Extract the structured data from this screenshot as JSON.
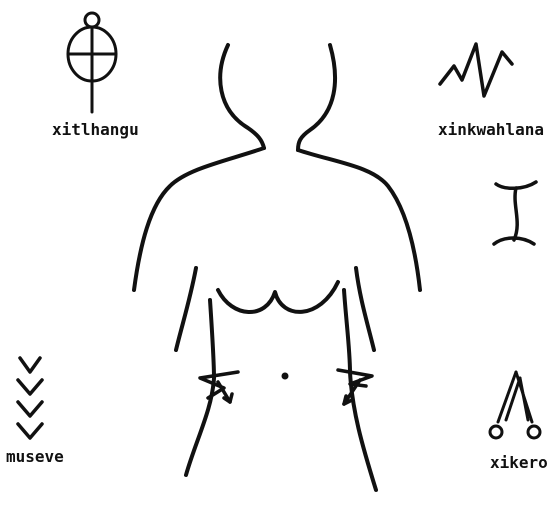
{
  "labels": {
    "top_left": "xitlhangu",
    "top_right": "xinkwahlana",
    "bottom_left": "museve",
    "bottom_right": "xikero"
  },
  "ink_color": "#111111"
}
